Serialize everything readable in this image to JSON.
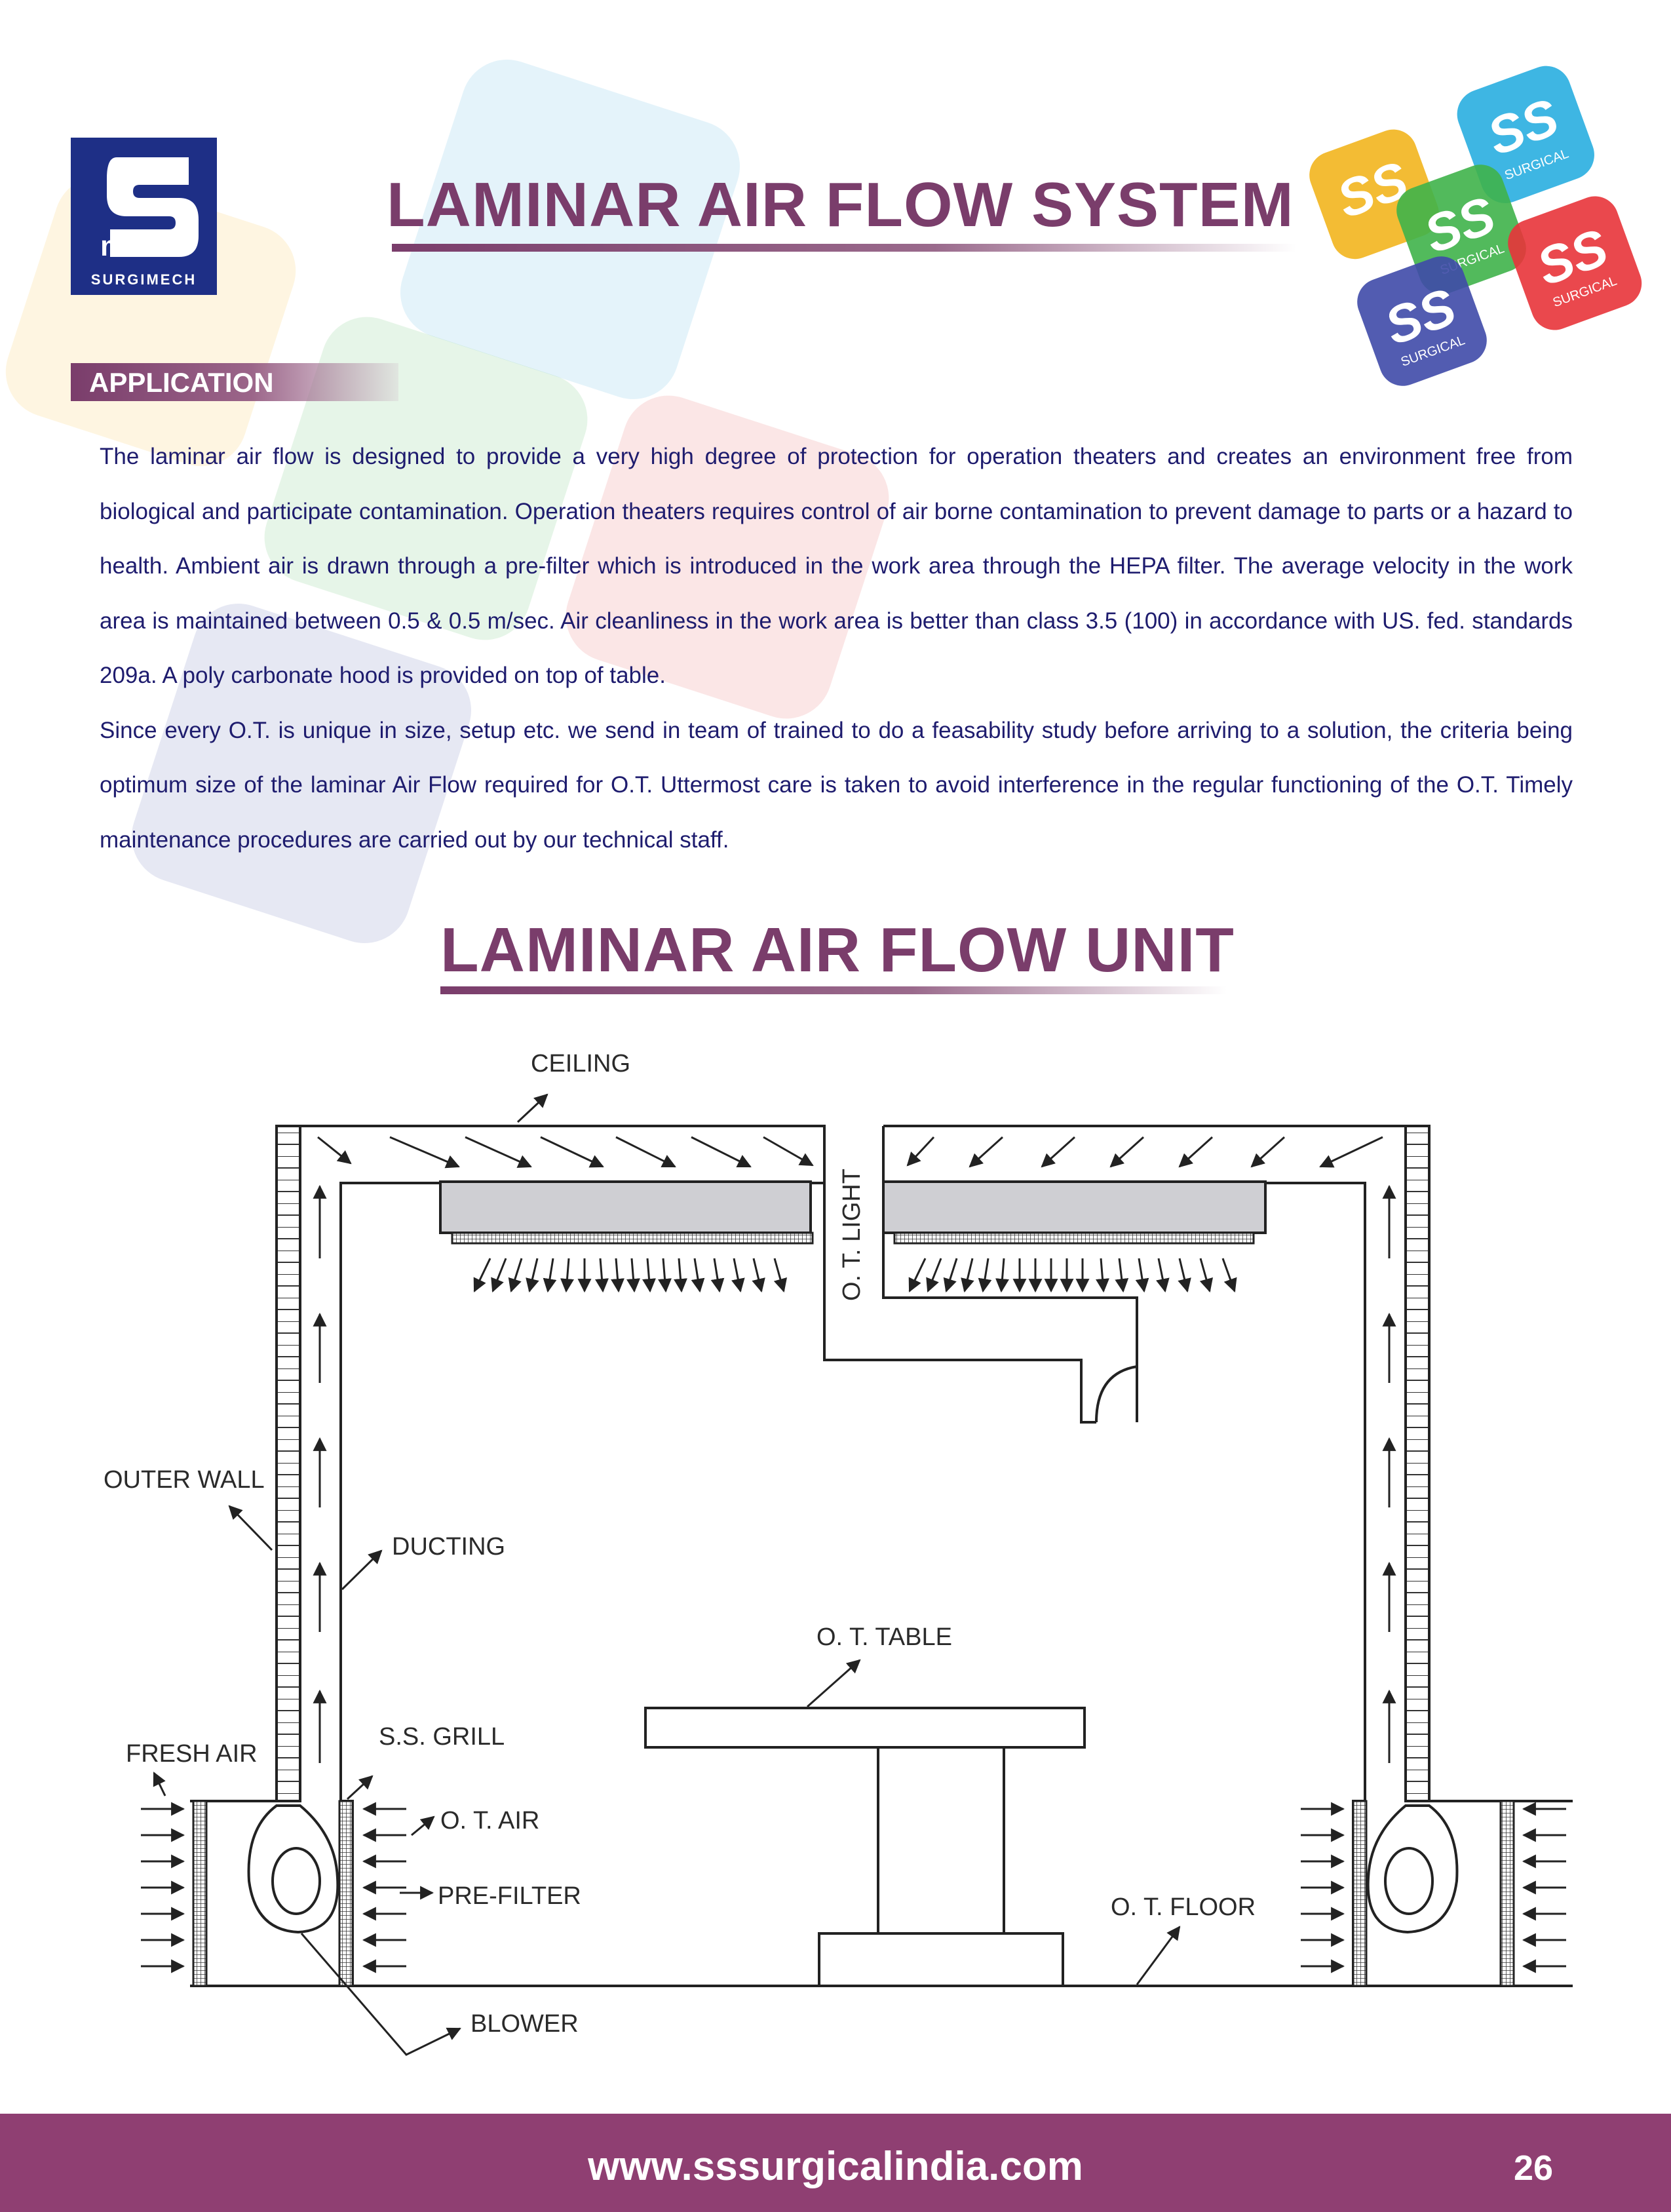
{
  "brand": {
    "logo_text": "SURGIMECH",
    "badge_text": "SURGICAL",
    "colors": {
      "accent": "#7a3d6b",
      "logo_blue": "#1e2f86",
      "footer": "#8f3f72",
      "body_text": "#1e1c6e"
    }
  },
  "header": {
    "title": "LAMINAR AIR FLOW SYSTEM"
  },
  "section": {
    "label": "APPLICATION"
  },
  "body": {
    "paragraph1": "The laminar air flow is designed to provide a very high degree of protection for operation theaters and creates an environment free from biological and participate contamination. Operation theaters requires control of air borne contamination to prevent damage to parts or a hazard to health. Ambient air is drawn through a pre-filter which is introduced in the work area through the HEPA filter. The average velocity in the work area is maintained between 0.5 & 0.5 m/sec. Air cleanliness in the work area is better than class 3.5 (100) in accordance with US. fed. standards 209a. A poly carbonate hood is provided on top of table.",
    "paragraph2": "Since every O.T. is unique in size, setup etc. we send in team of trained to do a feasability study before arriving to a solution, the criteria being optimum size of the laminar Air Flow required for O.T. Uttermost care is taken to avoid interference in the regular functioning of the O.T. Timely maintenance procedures are carried out by our technical staff."
  },
  "diagram": {
    "title": "LAMINAR AIR FLOW UNIT",
    "labels": {
      "ceiling": "CEILING",
      "ot_light": "O. T. LIGHT",
      "outer_wall": "OUTER WALL",
      "ducting": "DUCTING",
      "ot_table": "O. T. TABLE",
      "fresh_air": "FRESH AIR",
      "ss_grill": "S.S. GRILL",
      "ot_air": "O. T. AIR",
      "pre_filter": "PRE-FILTER",
      "ot_floor": "O. T. FLOOR",
      "blower": "BLOWER"
    }
  },
  "footer": {
    "url": "www.sssurgicalindia.com",
    "page": "26"
  }
}
